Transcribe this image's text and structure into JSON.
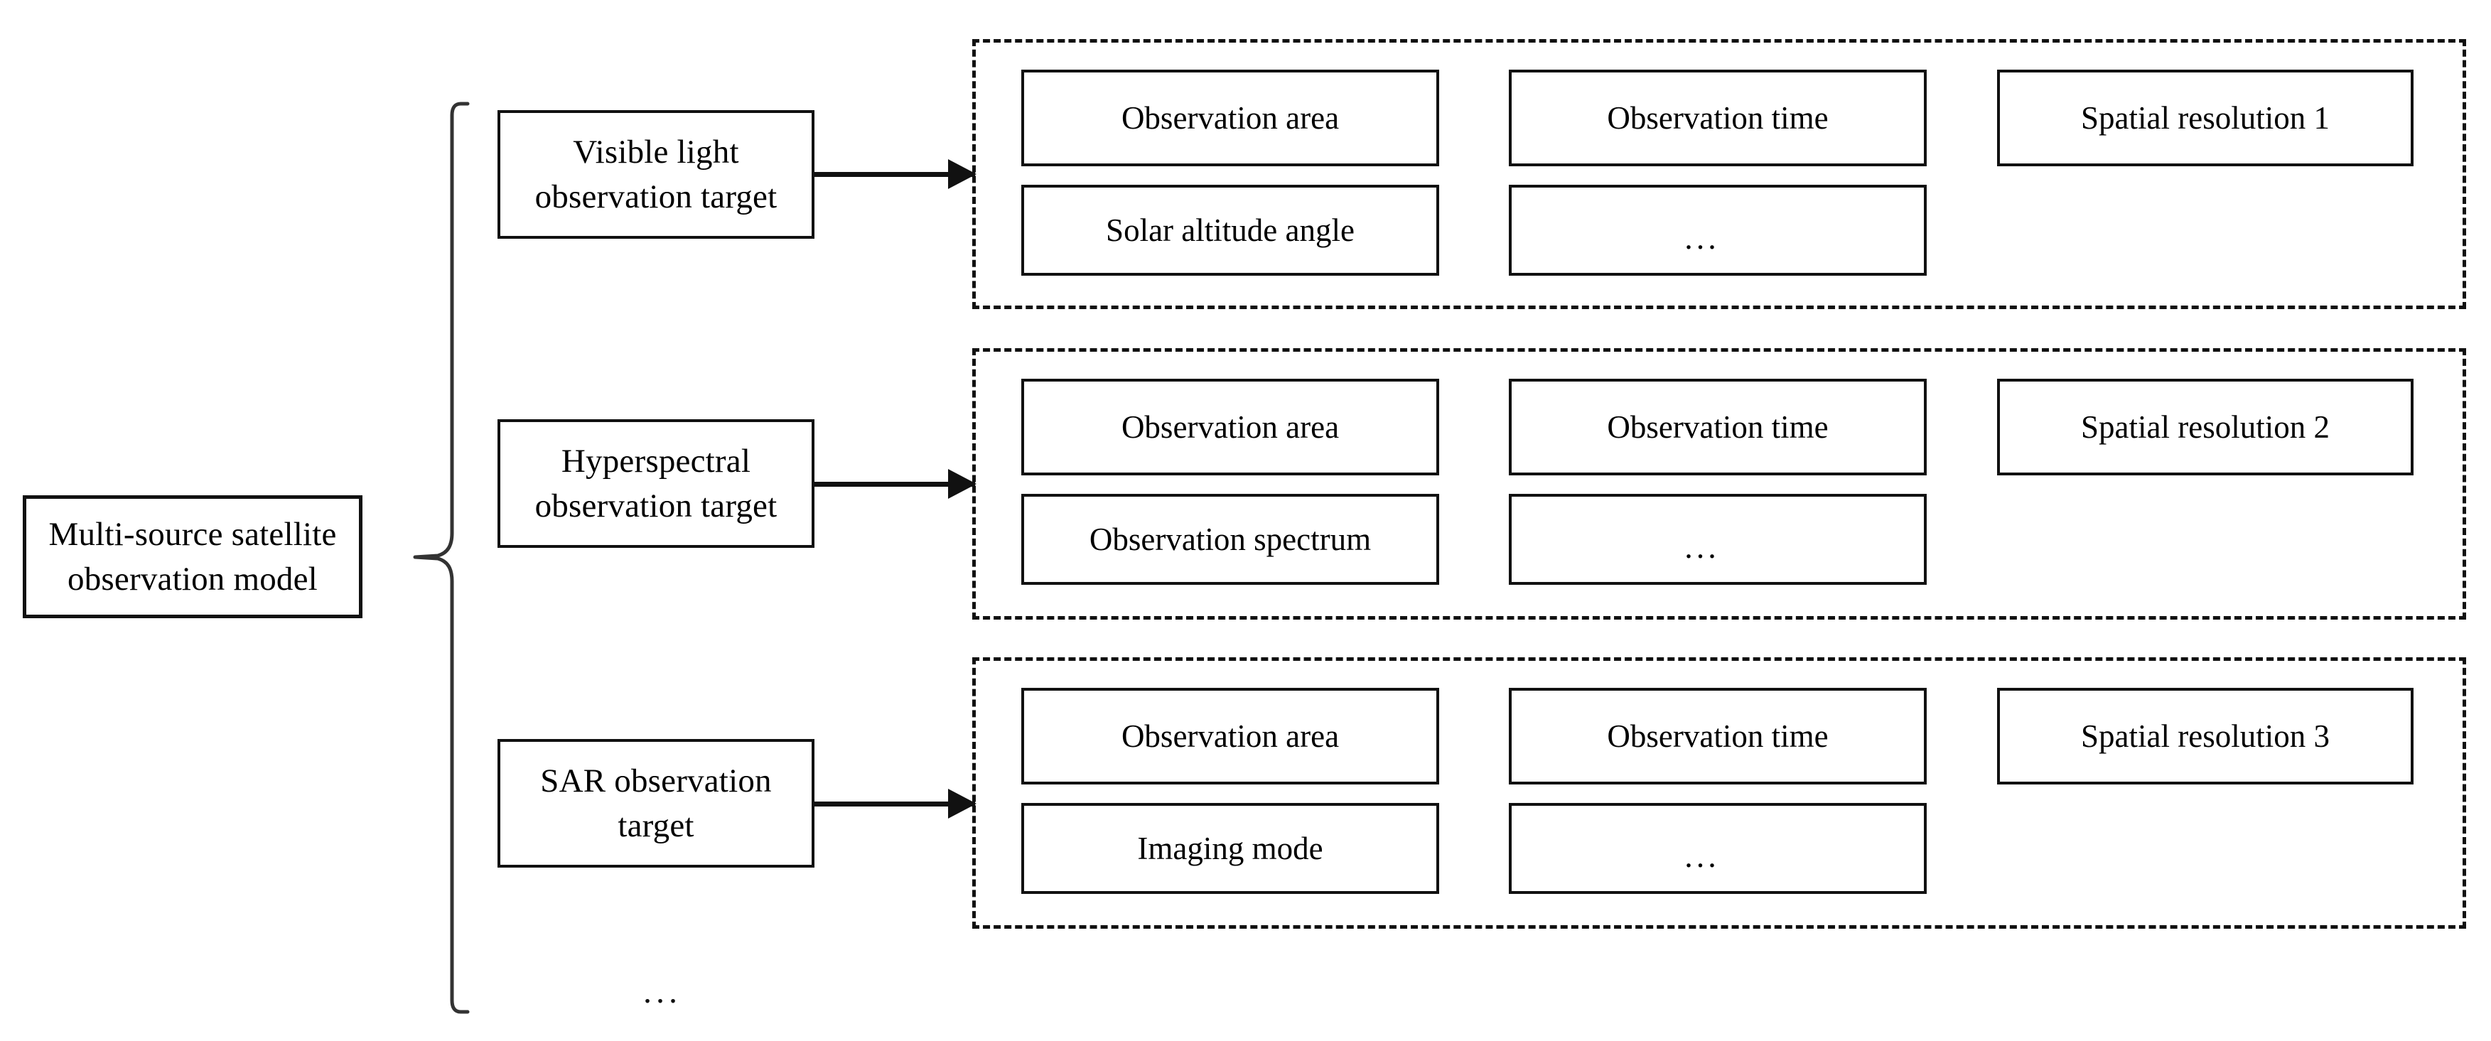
{
  "diagram": {
    "root": {
      "label": "Multi-source satellite\nobservation model"
    },
    "brace": {
      "icon": "curly-brace-right",
      "tail_ellipsis": "..."
    },
    "branches": [
      {
        "target_label": "Visible light\nobservation target",
        "arrow_icon": "arrow-right-icon",
        "attributes": [
          {
            "label": "Observation area",
            "is_ellipsis": false
          },
          {
            "label": "Observation time",
            "is_ellipsis": false
          },
          {
            "label": "Spatial resolution 1",
            "is_ellipsis": false
          },
          {
            "label": "Solar altitude angle",
            "is_ellipsis": false
          },
          {
            "label": "...",
            "is_ellipsis": true
          }
        ]
      },
      {
        "target_label": "Hyperspectral\nobservation target",
        "arrow_icon": "arrow-right-icon",
        "attributes": [
          {
            "label": "Observation area",
            "is_ellipsis": false
          },
          {
            "label": "Observation time",
            "is_ellipsis": false
          },
          {
            "label": "Spatial resolution 2",
            "is_ellipsis": false
          },
          {
            "label": "Observation spectrum",
            "is_ellipsis": false
          },
          {
            "label": "...",
            "is_ellipsis": true
          }
        ]
      },
      {
        "target_label": "SAR observation\ntarget",
        "arrow_icon": "arrow-right-icon",
        "attributes": [
          {
            "label": "Observation area",
            "is_ellipsis": false
          },
          {
            "label": "Observation time",
            "is_ellipsis": false
          },
          {
            "label": "Spatial resolution 3",
            "is_ellipsis": false
          },
          {
            "label": "Imaging mode",
            "is_ellipsis": false
          },
          {
            "label": "...",
            "is_ellipsis": true
          }
        ]
      }
    ],
    "colors": {
      "stroke": "#111111",
      "background": "#ffffff",
      "text": "#000000"
    }
  }
}
